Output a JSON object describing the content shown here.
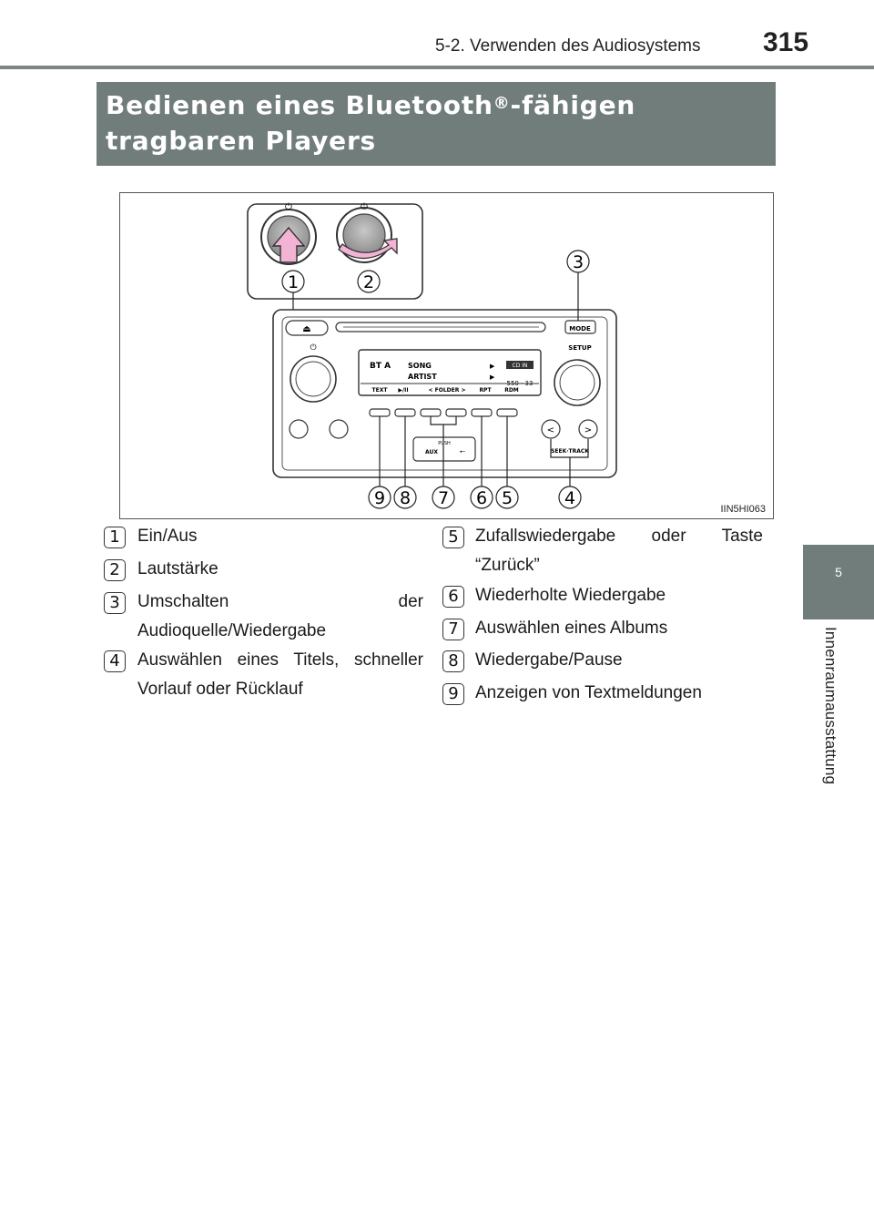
{
  "header": {
    "section": "5-2. Verwenden des Audiosystems",
    "page_number": "315"
  },
  "side_tab": {
    "chapter_number": "5",
    "chapter_title": "Innenraumausstattung"
  },
  "title": {
    "part1": "Bedienen eines Bluetooth",
    "registered": "®",
    "part2": "-fähigen tragbaren Players"
  },
  "figure": {
    "code": "IIN5HI063",
    "callouts": [
      "1",
      "2",
      "3",
      "4",
      "5",
      "6",
      "7",
      "8",
      "9"
    ],
    "unit_labels": {
      "mode": "MODE",
      "setup": "SETUP",
      "seek_track": "SEEK·TRACK",
      "aux": "AUX",
      "push": "PUSH"
    },
    "display": {
      "source": "BT A",
      "song": "SONG",
      "artist": "ARTIST",
      "cd_in": "CD IN",
      "counter": "550 · 33",
      "soft_keys": [
        "TEXT",
        "▶/II",
        "<  FOLDER  >",
        "RPT",
        "RDM"
      ]
    }
  },
  "items_left": [
    {
      "num": "1",
      "text": "Ein/Aus"
    },
    {
      "num": "2",
      "text": "Lautstärke"
    },
    {
      "num": "3",
      "text": "Umschalten der Audioquelle/Wiedergabe"
    },
    {
      "num": "4",
      "text": "Auswählen eines Titels, schneller Vorlauf oder Rücklauf"
    }
  ],
  "items_right": [
    {
      "num": "5",
      "text": "Zufallswiedergabe oder Taste “Zurück”"
    },
    {
      "num": "6",
      "text": "Wiederholte Wiedergabe"
    },
    {
      "num": "7",
      "text": "Auswählen eines Albums"
    },
    {
      "num": "8",
      "text": "Wiedergabe/Pause"
    },
    {
      "num": "9",
      "text": "Anzeigen von Textmeldungen"
    }
  ],
  "colors": {
    "band": "#717d7b",
    "arrow_pink": "#f2b3d4"
  }
}
